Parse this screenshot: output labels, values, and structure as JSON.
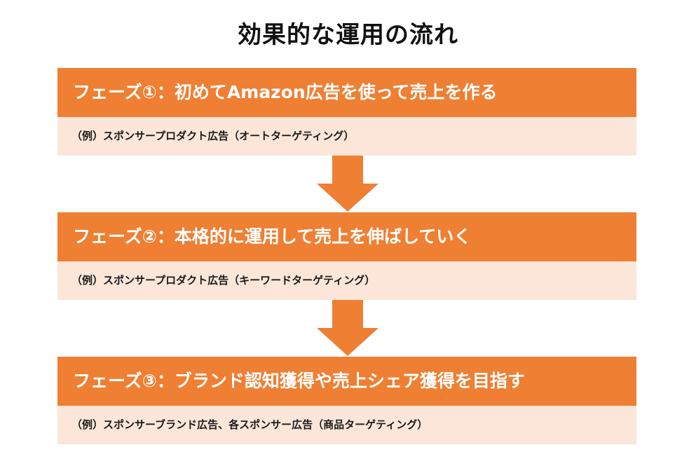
{
  "title": "効果的な運用の流れ",
  "colors": {
    "header_bg": "#ee7f33",
    "body_bg": "#fbe6d9",
    "arrow": "#ee7f33"
  },
  "phases": [
    {
      "heading": "フェーズ①：初めてAmazon広告を使って売上を作る",
      "example": "（例）スポンサープロダクト広告（オートターゲティング）"
    },
    {
      "heading": "フェーズ②：本格的に運用して売上を伸ばしていく",
      "example": "（例）スポンサープロダクト広告（キーワードターゲティング）"
    },
    {
      "heading": "フェーズ③：ブランド認知獲得や売上シェア獲得を目指す",
      "example": "（例）スポンサーブランド広告、各スポンサー広告（商品ターゲティング）"
    }
  ]
}
